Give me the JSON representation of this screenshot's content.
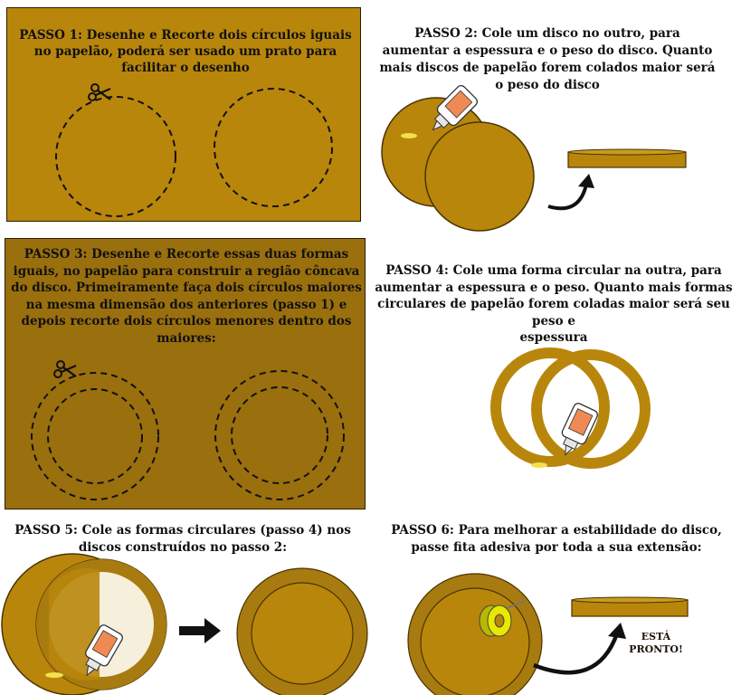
{
  "steps": [
    {
      "label": "PASSO 1:",
      "text": " Desenhe e Recorte dois círculos iguais\nno papelão, poderá ser usado um prato para\nfacilitar o desenho"
    },
    {
      "label": "PASSO 2:",
      "text": " Cole um disco no outro, para\naumentar a espessura e o peso do disco. Quanto\nmais discos de papelão forem colados maior será\no peso do disco"
    },
    {
      "label": "PASSO 3:",
      "text": " Desenhe e Recorte essas duas formas\niguais, no papelão para construir a região côncava\ndo disco. Primeiramente faça dois círculos maiores\nna mesma dimensão dos anteriores (passo 1) e\ndepois recorte dois círculos menores dentro dos\nmaiores:"
    },
    {
      "label": "PASSO 4:",
      "text": " Cole uma forma circular  na outra, para\naumentar a espessura e o peso. Quanto mais formas\ncirculares de papelão forem coladas maior será seu peso e\nespessura"
    },
    {
      "label": "PASSO 5:",
      "text": " Cole as formas circulares (passo 4) nos\ndiscos construídos no passo 2:"
    },
    {
      "label": "PASSO 6:",
      "text": " Para melhorar a estabilidade do disco,\npasse fita adesiva por toda a sua extensão:"
    }
  ],
  "ready_label": "ESTÁ\nPRONTO!",
  "colors": {
    "panel_step1": "#b8860b",
    "panel_step3": "#9a6f0d",
    "cardboard": "#b8860b",
    "cardboard_dark": "#8a5f00",
    "glue_cap": "#f08a55",
    "tape": "#e8e800"
  }
}
